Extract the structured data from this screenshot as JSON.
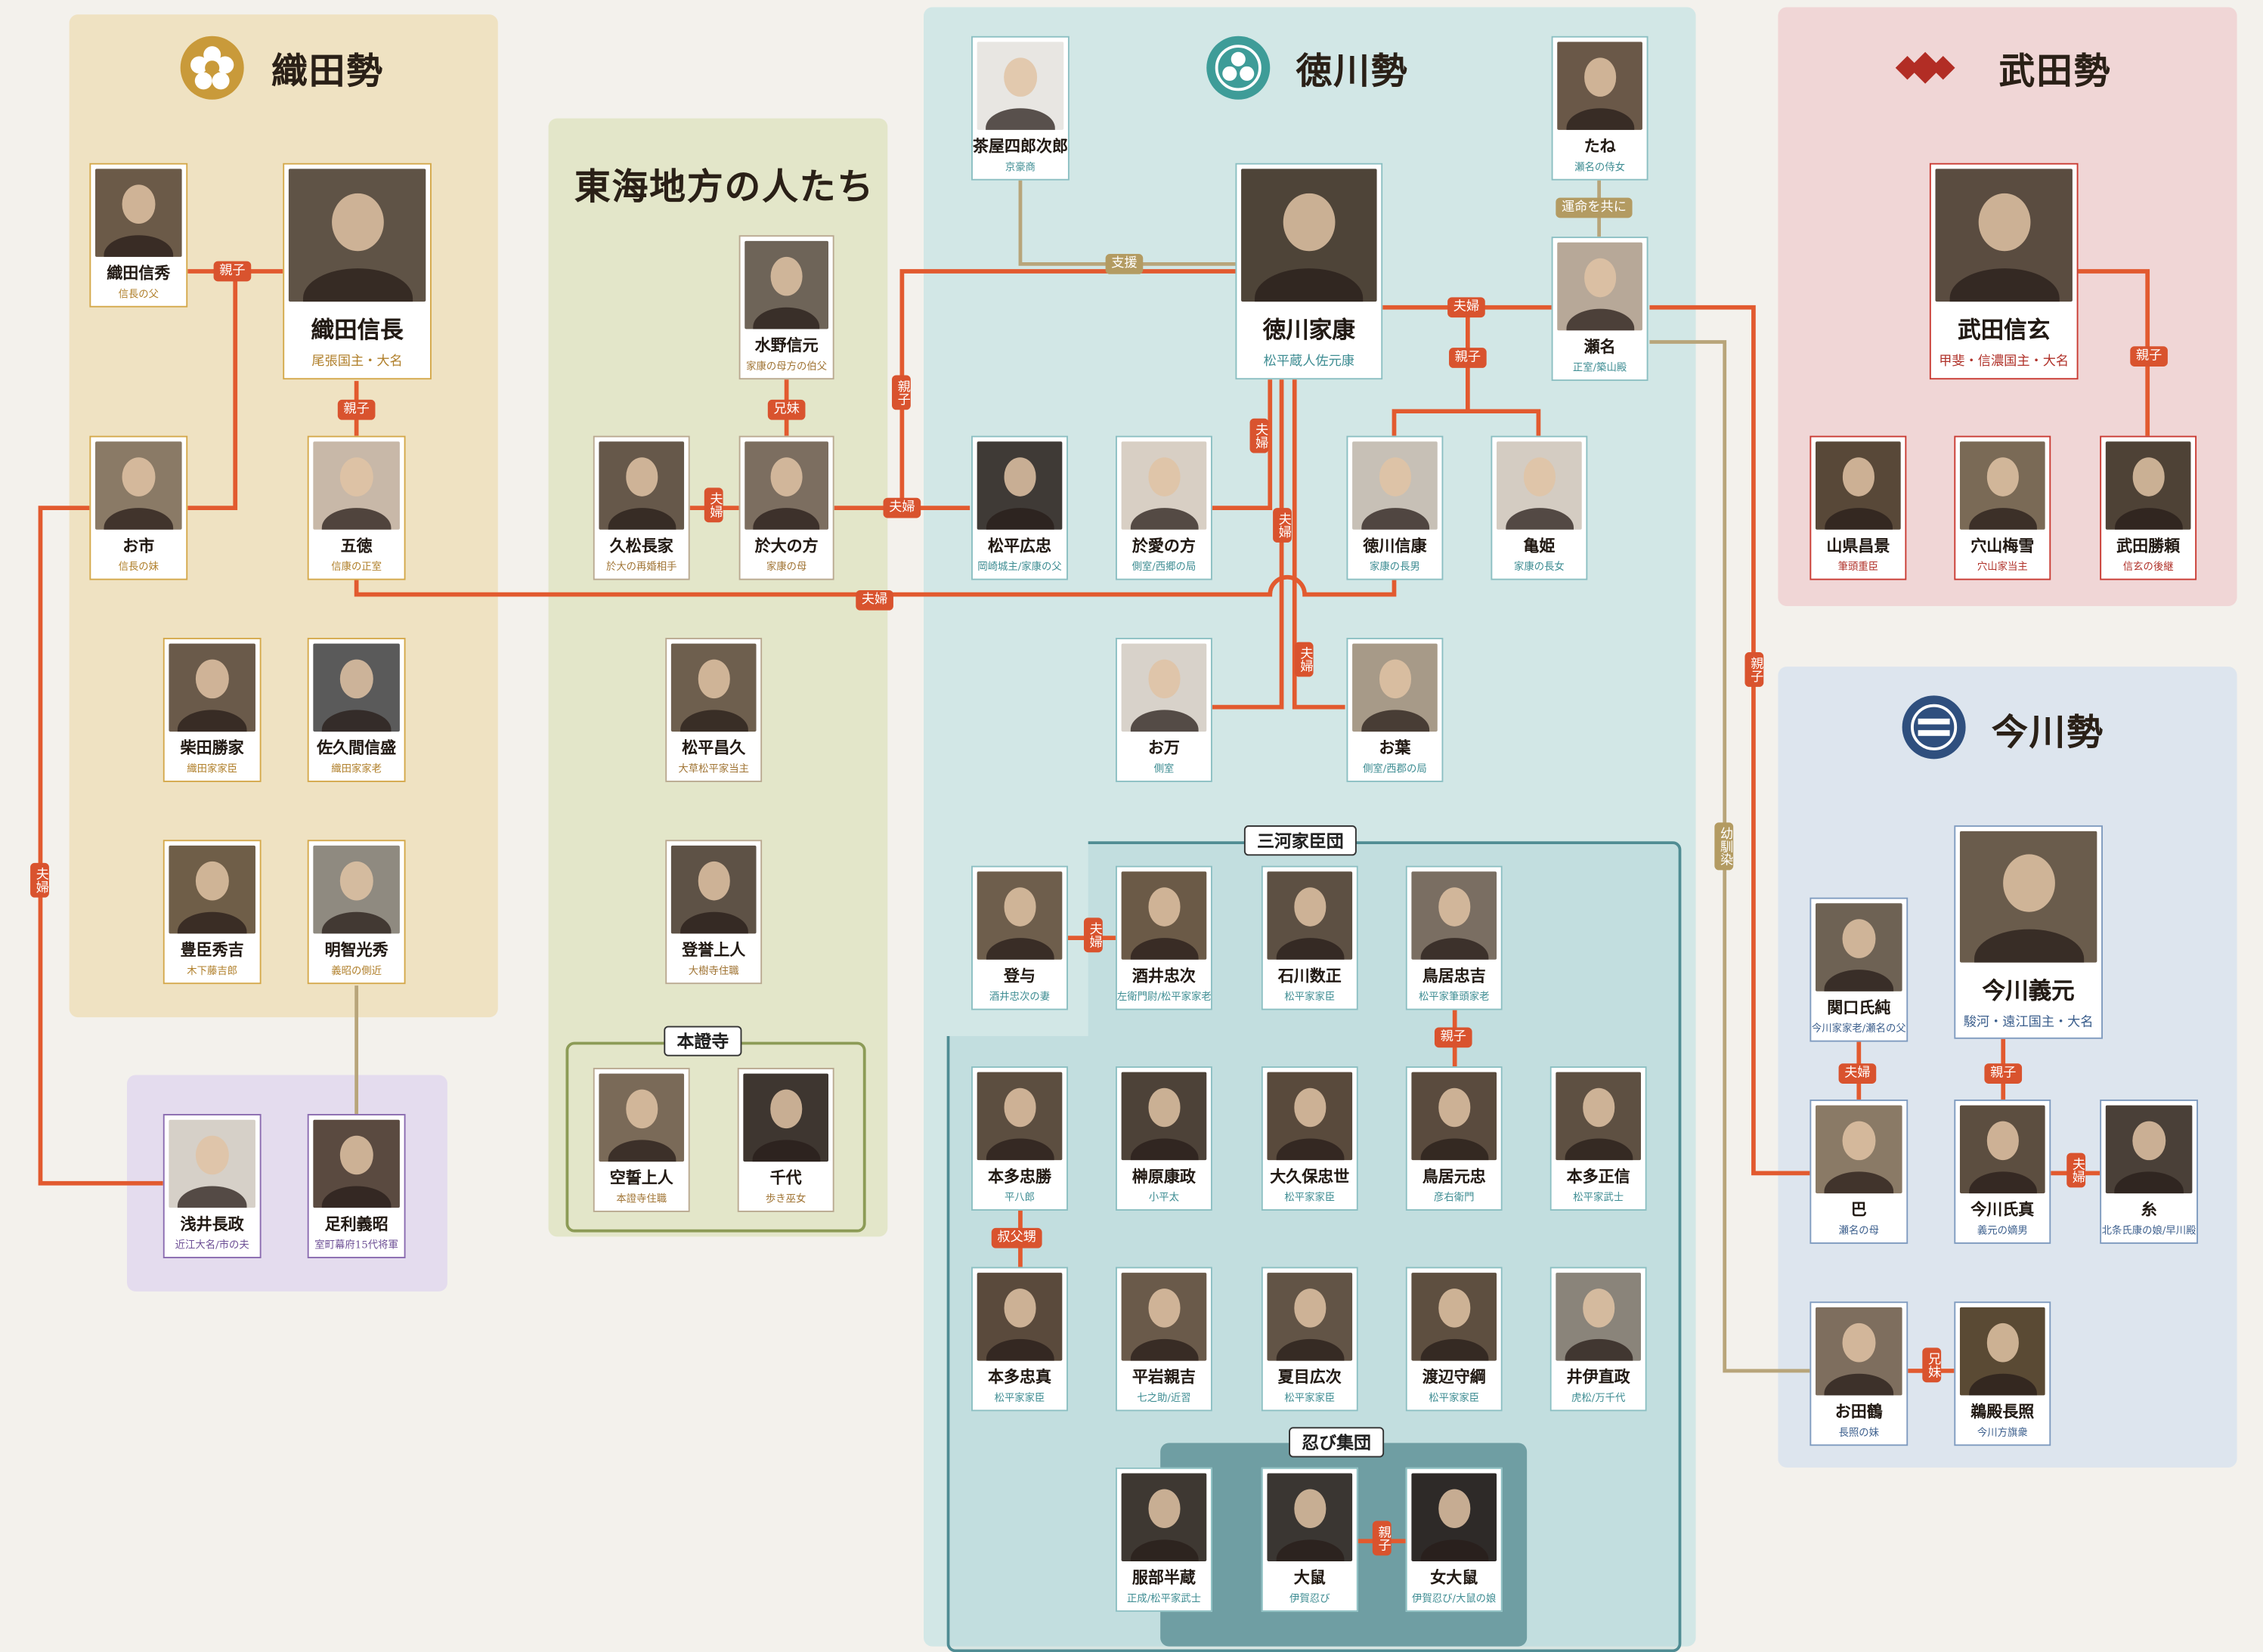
{
  "factions": {
    "oda": {
      "title": "織田勢"
    },
    "tokaido": {
      "title": "東海地方の人たち"
    },
    "tokugawa": {
      "title": "徳川勢"
    },
    "takeda": {
      "title": "武田勢"
    },
    "imagawa": {
      "title": "今川勢"
    }
  },
  "groups": {
    "hondoji": "本證寺",
    "mikawa": "三河家臣団",
    "shinobi": "忍び集団"
  },
  "colors": {
    "oda_region": "#efe2c2",
    "tokaido_region": "#e3e6c9",
    "tokugawa_region": "#d2e7e6",
    "takeda_region": "#f0d6d6",
    "imagawa_region": "#dde5ee",
    "purple_region": "#e4dcee",
    "relation_line": "#e25a2f",
    "support_line": "#b8a57a"
  },
  "people": {
    "nobuhide": {
      "name": "織田信秀",
      "sub": "信長の父"
    },
    "nobunaga": {
      "name": "織田信長",
      "sub": "尾張国主・大名"
    },
    "oichi": {
      "name": "お市",
      "sub": "信長の妹"
    },
    "gotoku": {
      "name": "五徳",
      "sub": "信康の正室"
    },
    "katsuie": {
      "name": "柴田勝家",
      "sub": "織田家家臣"
    },
    "nobumori": {
      "name": "佐久間信盛",
      "sub": "織田家家老"
    },
    "hideyoshi": {
      "name": "豊臣秀吉",
      "sub": "木下藤吉郎"
    },
    "mitsuhide": {
      "name": "明智光秀",
      "sub": "義昭の側近"
    },
    "nagamasa": {
      "name": "浅井長政",
      "sub": "近江大名/市の夫"
    },
    "yoshiaki": {
      "name": "足利義昭",
      "sub": "室町幕府15代将軍"
    },
    "nobumoto": {
      "name": "水野信元",
      "sub": "家康の母方の伯父"
    },
    "nagaie": {
      "name": "久松長家",
      "sub": "於大の再婚相手"
    },
    "odai": {
      "name": "於大の方",
      "sub": "家康の母"
    },
    "masahisa": {
      "name": "松平昌久",
      "sub": "大草松平家当主"
    },
    "tomo": {
      "name": "登誉上人",
      "sub": "大樹寺住職"
    },
    "kuei": {
      "name": "空誓上人",
      "sub": "本證寺住職"
    },
    "chiyo": {
      "name": "千代",
      "sub": "歩き巫女"
    },
    "shirojiro": {
      "name": "茶屋四郎次郎",
      "sub": "京豪商"
    },
    "ieyasu": {
      "name": "徳川家康",
      "sub": "松平蔵人佐元康"
    },
    "tane": {
      "name": "たね",
      "sub": "瀬名の侍女"
    },
    "sena": {
      "name": "瀬名",
      "sub": "正室/築山殿"
    },
    "hirotada": {
      "name": "松平広忠",
      "sub": "岡崎城主/家康の父"
    },
    "oai": {
      "name": "於愛の方",
      "sub": "側室/西郷の局"
    },
    "nobuyasu": {
      "name": "徳川信康",
      "sub": "家康の長男"
    },
    "kame": {
      "name": "亀姫",
      "sub": "家康の長女"
    },
    "oman": {
      "name": "お万",
      "sub": "側室"
    },
    "ohayo": {
      "name": "お葉",
      "sub": "側室/西郡の局"
    },
    "toyo": {
      "name": "登与",
      "sub": "酒井忠次の妻"
    },
    "tadatsugu": {
      "name": "酒井忠次",
      "sub": "左衛門尉/松平家家老"
    },
    "kazumasa": {
      "name": "石川数正",
      "sub": "松平家家臣"
    },
    "tadayoshi": {
      "name": "鳥居忠吉",
      "sub": "松平家筆頭家老"
    },
    "tadakatsu": {
      "name": "本多忠勝",
      "sub": "平八郎"
    },
    "yasumasa": {
      "name": "榊原康政",
      "sub": "小平太"
    },
    "tadayo": {
      "name": "大久保忠世",
      "sub": "松平家家臣"
    },
    "mototada": {
      "name": "鳥居元忠",
      "sub": "彦右衛門"
    },
    "masanobu": {
      "name": "本多正信",
      "sub": "松平家武士"
    },
    "tadazane": {
      "name": "本多忠真",
      "sub": "松平家家臣"
    },
    "chikayoshi": {
      "name": "平岩親吉",
      "sub": "七之助/近習"
    },
    "hirotsugu": {
      "name": "夏目広次",
      "sub": "松平家家臣"
    },
    "moritsuna": {
      "name": "渡辺守綱",
      "sub": "松平家家臣"
    },
    "naomasa": {
      "name": "井伊直政",
      "sub": "虎松/万千代"
    },
    "hanzo": {
      "name": "服部半蔵",
      "sub": "正成/松平家武士"
    },
    "onezumi": {
      "name": "大鼠",
      "sub": "伊賀忍び"
    },
    "onnaonezumi": {
      "name": "女大鼠",
      "sub": "伊賀忍び/大鼠の娘"
    },
    "shingen": {
      "name": "武田信玄",
      "sub": "甲斐・信濃国主・大名"
    },
    "masakage": {
      "name": "山県昌景",
      "sub": "筆頭重臣"
    },
    "baisetsu": {
      "name": "穴山梅雪",
      "sub": "穴山家当主"
    },
    "katsuyori": {
      "name": "武田勝頼",
      "sub": "信玄の後継"
    },
    "yoshimoto": {
      "name": "今川義元",
      "sub": "駿河・遠江国主・大名"
    },
    "ujizumi": {
      "name": "関口氏純",
      "sub": "今川家家老/瀬名の父"
    },
    "tomoe": {
      "name": "巴",
      "sub": "瀬名の母"
    },
    "ujizane": {
      "name": "今川氏真",
      "sub": "義元の嫡男"
    },
    "ito": {
      "name": "糸",
      "sub": "北条氏康の娘/早川殿"
    },
    "otazu": {
      "name": "お田鶴",
      "sub": "長照の妹"
    },
    "nagateru": {
      "name": "鵜殿長照",
      "sub": "今川方旗衆"
    }
  },
  "relations": {
    "oyako": "親子",
    "fufu": "夫婦",
    "kyodai_sister": "兄妹",
    "shien": "支援",
    "unmei": "運命を共に",
    "oshu": "叔父甥",
    "osananajimi": "幼馴染"
  }
}
